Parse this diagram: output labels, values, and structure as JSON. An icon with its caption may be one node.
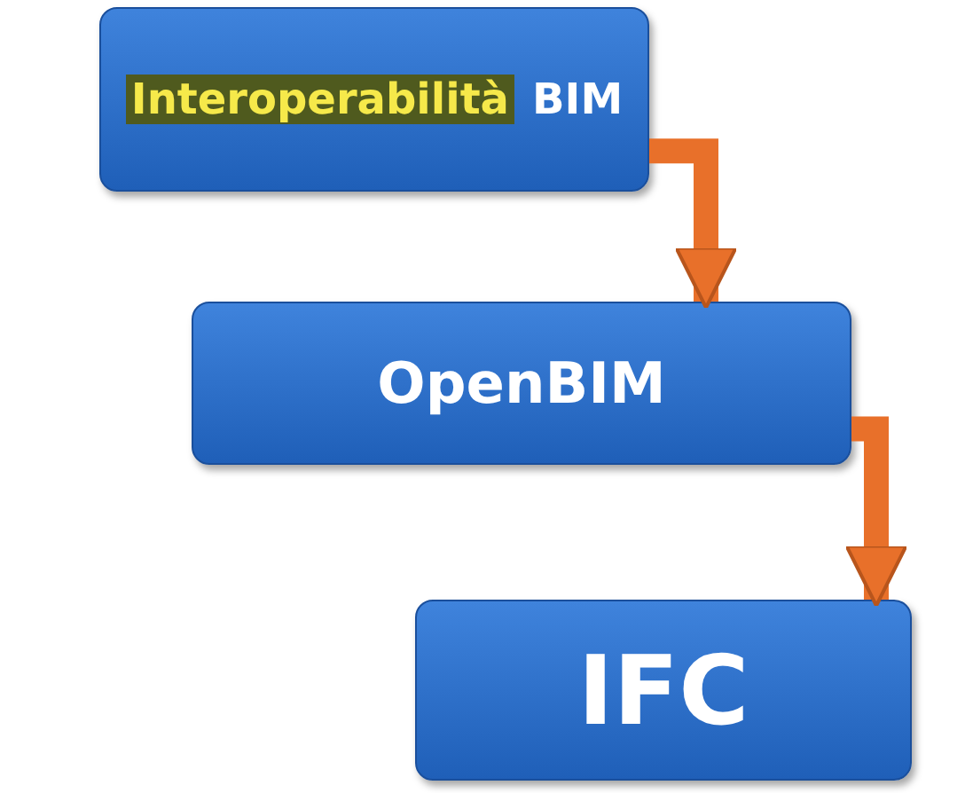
{
  "diagram": {
    "nodes": [
      {
        "text": [
          "Interoperabilità",
          "BIM"
        ]
      },
      {
        "text": [
          "OpenBIM"
        ]
      },
      {
        "text": [
          "IFC"
        ]
      }
    ],
    "edges": [
      {
        "from": 0,
        "to": 1,
        "arrow": "to"
      },
      {
        "from": 1,
        "to": 2,
        "arrow": "to"
      }
    ]
  }
}
